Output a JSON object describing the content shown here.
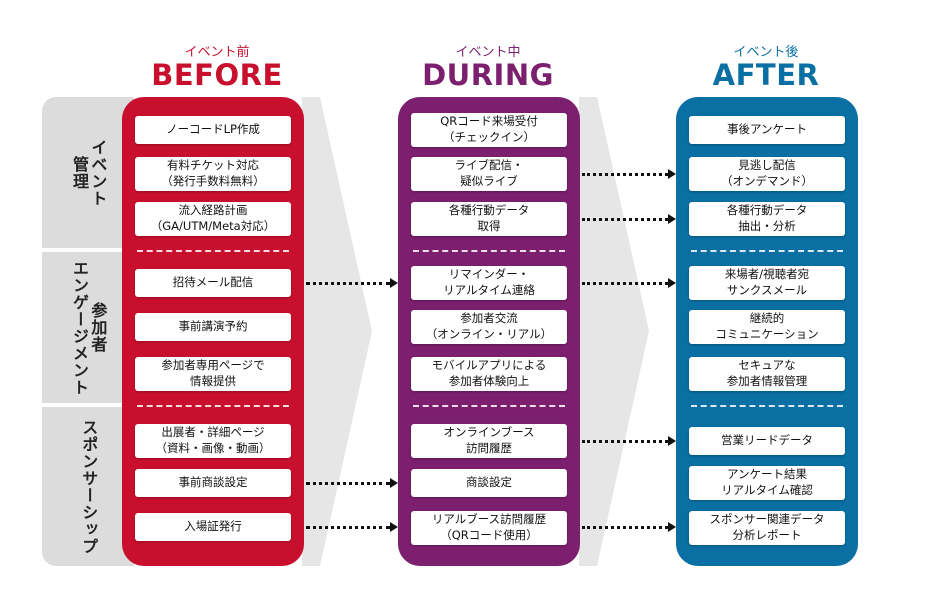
{
  "phases": [
    {
      "sub": "イベント前",
      "title": "BEFORE",
      "color": "#c8102e"
    },
    {
      "sub": "イベント中",
      "title": "DURING",
      "color": "#7b1f6e"
    },
    {
      "sub": "イベント後",
      "title": "AFTER",
      "color": "#0a6fa3"
    }
  ],
  "categories": [
    {
      "label": "イベント\n管理"
    },
    {
      "label": "参加者\nエンゲージメント"
    },
    {
      "label": "スポンサーシップ"
    }
  ],
  "before": [
    "ノーコードLP作成",
    "有料チケット対応\n（発行手数料無料）",
    "流入経路計画\n（GA/UTM/Meta対応）",
    "招待メール配信",
    "事前講演予約",
    "参加者専用ページで\n情報提供",
    "出展者・詳細ページ\n（資料・画像・動画）",
    "事前商談設定",
    "入場証発行"
  ],
  "during": [
    "QRコード来場受付\n（チェックイン）",
    "ライブ配信・\n疑似ライブ",
    "各種行動データ\n取得",
    "リマインダー・\nリアルタイム連絡",
    "参加者交流\n（オンライン・リアル）",
    "モバイルアプリによる\n参加者体験向上",
    "オンラインブース\n訪問履歴",
    "商談設定",
    "リアルブース訪問履歴\n（QRコード使用）"
  ],
  "after": [
    "事後アンケート",
    "見逃し配信\n（オンデマンド）",
    "各種行動データ\n抽出・分析",
    "来場者/視聴者宛\nサンクスメール",
    "継続的\nコミュニケーション",
    "セキュアな\n参加者情報管理",
    "営業リードデータ",
    "アンケート結果\nリアルタイム確認",
    "スポンサー関連データ\n分析レポート"
  ]
}
